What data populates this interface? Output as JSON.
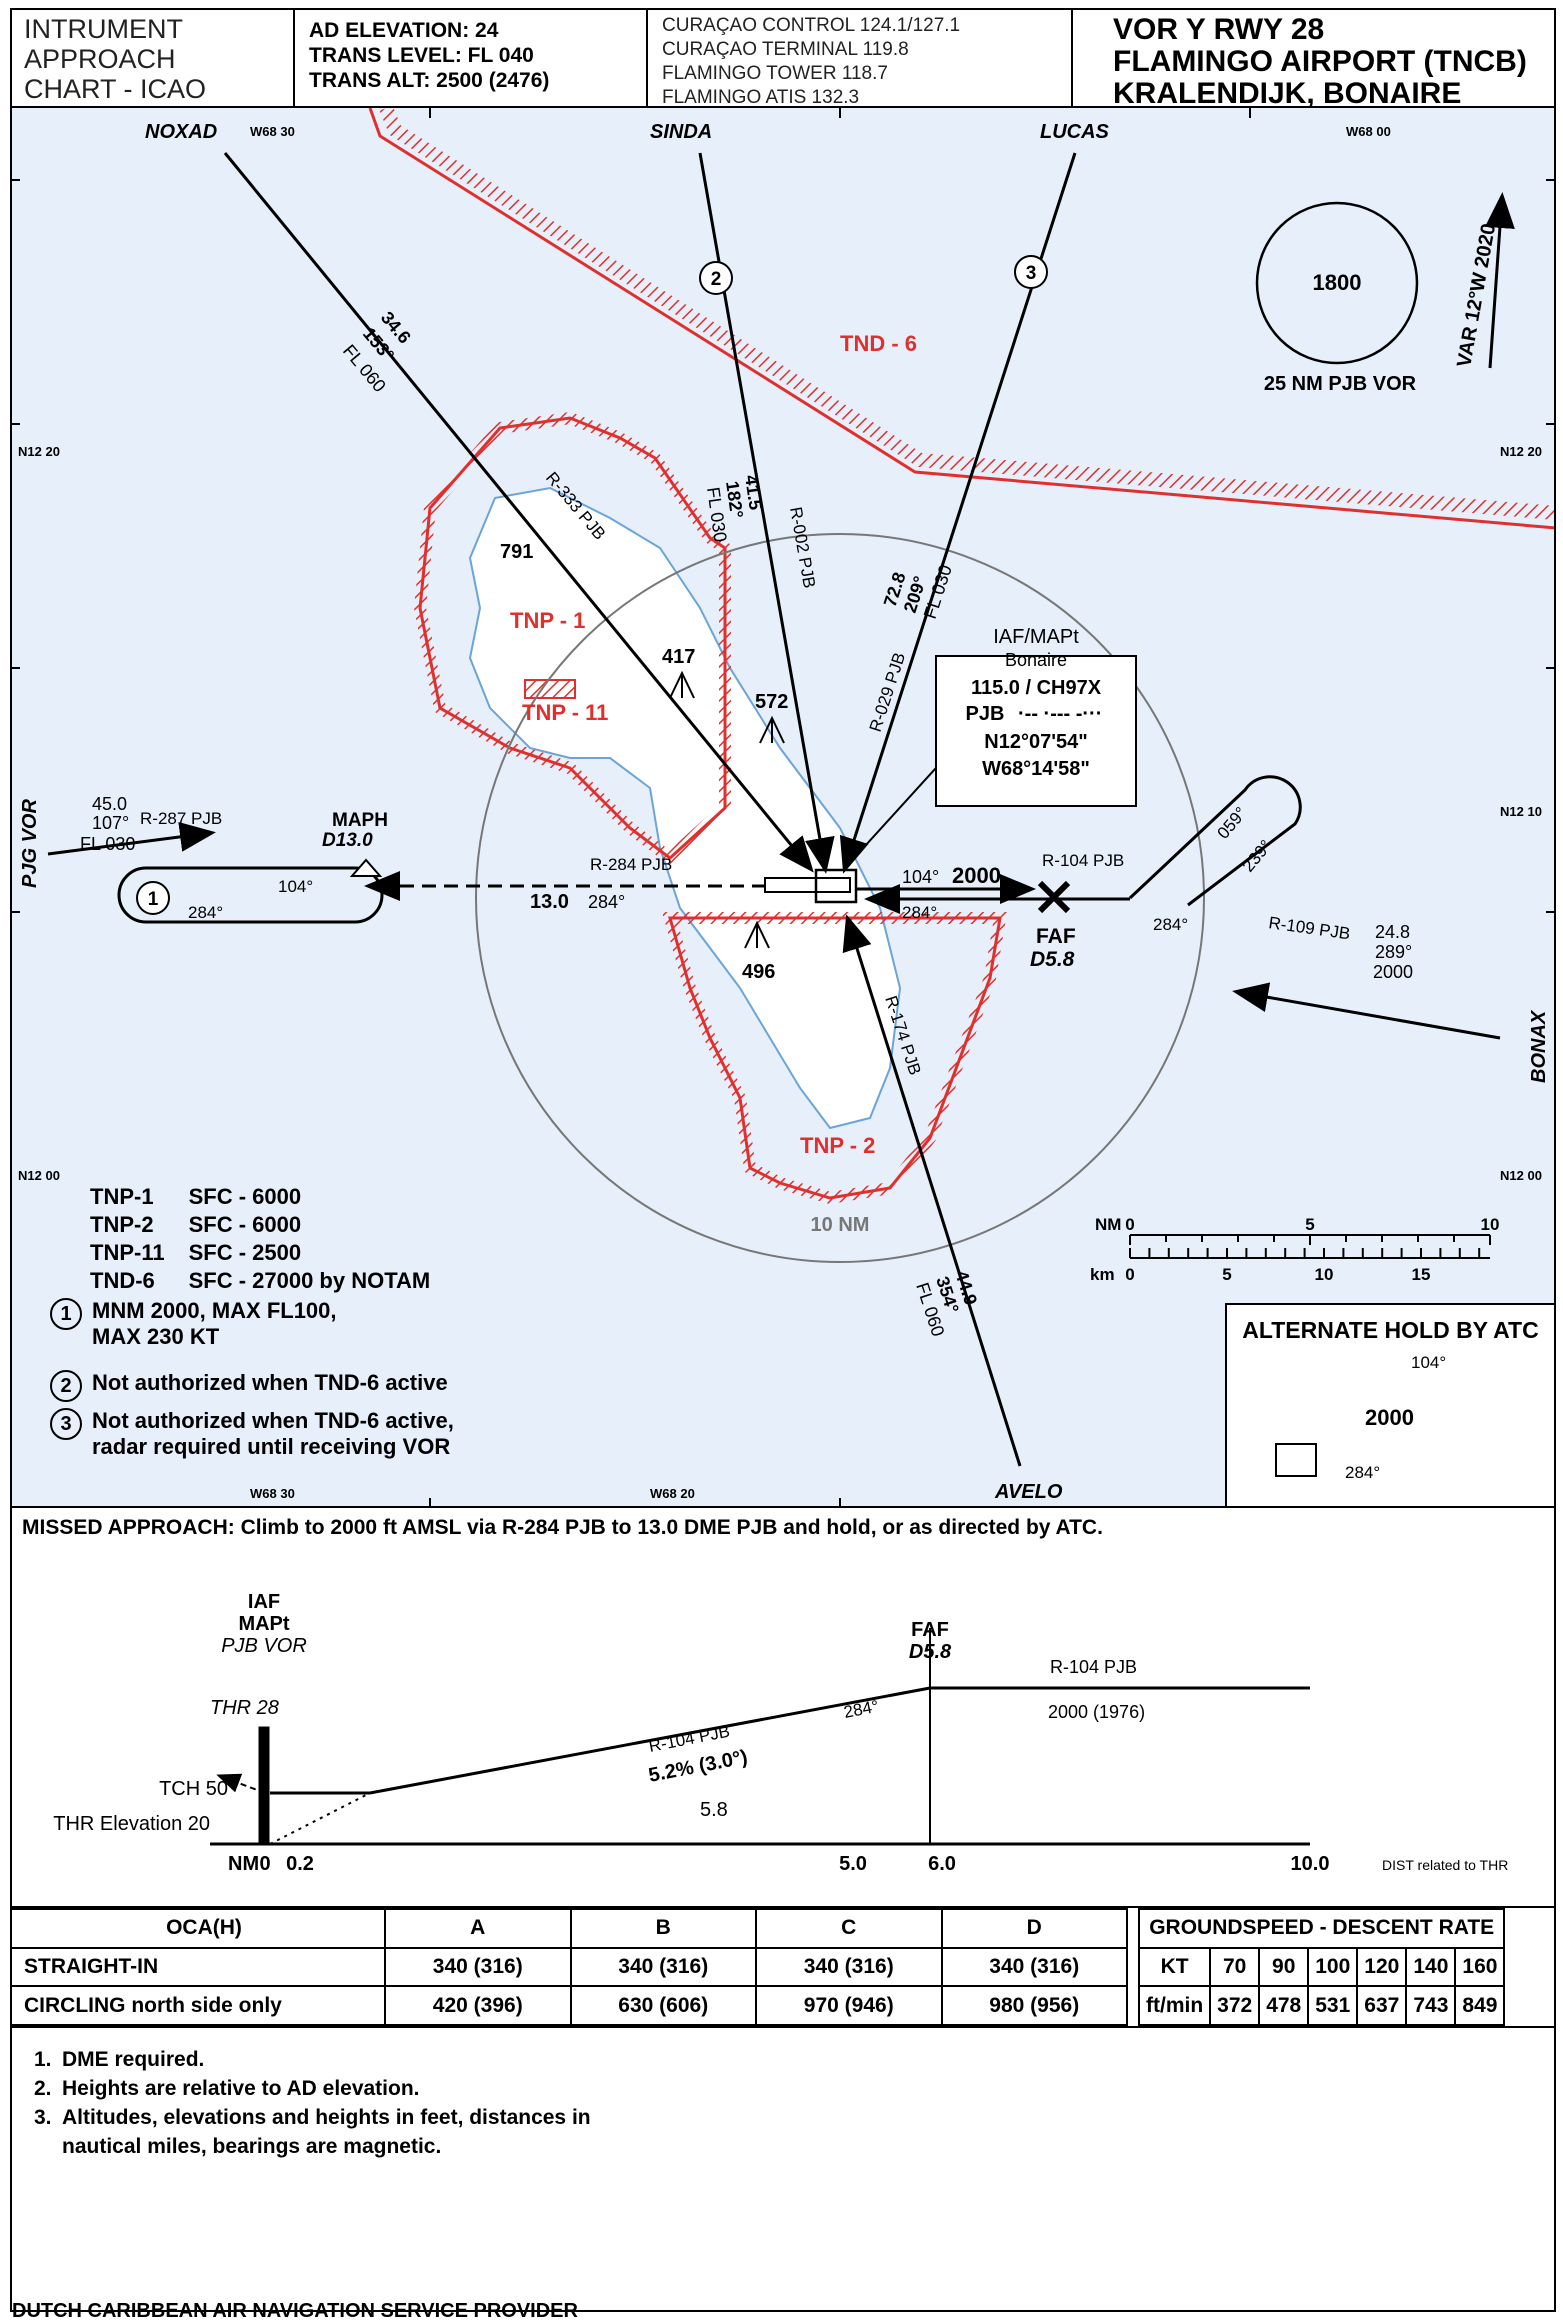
{
  "header": {
    "chart_type": [
      "INTRUMENT",
      "APPROACH",
      "CHART - ICAO"
    ],
    "ad_elevation": "AD ELEVATION: 24",
    "trans_level": "TRANS LEVEL: FL 040",
    "trans_alt": "TRANS ALT: 2500 (2476)",
    "comms": [
      "CURAÇAO CONTROL 124.1/127.1",
      "CURAÇAO TERMINAL 119.8",
      "FLAMINGO TOWER 118.7",
      "FLAMINGO ATIS 132.3"
    ],
    "title": [
      "VOR Y RWY 28",
      "FLAMINGO AIRPORT (TNCB)",
      "KRALENDIJK, BONAIRE"
    ]
  },
  "plan": {
    "fixes": {
      "noxad": "NOXAD",
      "sinda": "SINDA",
      "lucas": "LUCAS",
      "avelo": "AVELO",
      "bonax": "BONAX",
      "pjg_vor": "PJG VOR"
    },
    "grid": {
      "w68_30_top": "W68 30",
      "w68_00_top": "W68 00",
      "n12_20_left": "N12 20",
      "n12_20_right": "N12 20",
      "n12_10_right": "N12 10",
      "n12_00_left": "N12 00",
      "n12_00_right": "N12 00",
      "w68_30_bottom": "W68 30",
      "w68_20_bottom": "W68 20"
    },
    "msa": {
      "altitude": "1800",
      "label": "25 NM PJB VOR"
    },
    "variation": "VAR 12°W 2020",
    "tnd6": "TND - 6",
    "tnp1": "TNP - 1",
    "tnp11": "TNP - 11",
    "tnp2": "TNP - 2",
    "ring_label": "10 NM",
    "elevations": {
      "e791": "791",
      "e417": "417",
      "e572": "572",
      "e496": "496"
    },
    "radials": {
      "r333": "R-333 PJB",
      "r002": "R-002 PJB",
      "r029": "R-029 PJB",
      "r284": "R-284 PJB",
      "r104": "R-104 PJB",
      "r109": "R-109 PJB",
      "r174": "R-174 PJB",
      "r287": "R-287 PJB"
    },
    "noxad_leg": [
      "34.6",
      "153°",
      "FL 060"
    ],
    "sinda_leg": [
      "41.5",
      "182°",
      "FL 030"
    ],
    "lucas_leg": [
      "72.8",
      "209°",
      "FL 030"
    ],
    "avelo_leg": [
      "44.9",
      "354°",
      "FL 060"
    ],
    "pjg_leg": [
      "45.0",
      "107°",
      "FL 030"
    ],
    "bonax_leg": [
      "24.8",
      "289°",
      "2000"
    ],
    "navaid": {
      "role": "IAF/MAPt",
      "name": "Bonaire",
      "freq": "115.0 / CH97X",
      "ident": "PJB",
      "lat": "N12°07'54\"",
      "lon": "W68°14'58\""
    },
    "mapt_hold": {
      "name": "MAPH",
      "dist": "D13.0",
      "inbound": "104°",
      "outbound": "284°",
      "circle": "1"
    },
    "missed_leg": {
      "dist": "13.0",
      "course": "284°"
    },
    "inbound": {
      "course": "104°",
      "alt": "2000",
      "out_course": "284°"
    },
    "faf": {
      "name": "FAF",
      "dist": "D5.8",
      "course": "284°"
    },
    "procedure_turn": {
      "out": "059°",
      "in": "239°"
    },
    "circles": {
      "c2": "2",
      "c3": "3"
    },
    "scale": {
      "nm_label": "NM",
      "km_label": "km",
      "nm_ticks": [
        "0",
        "5",
        "10"
      ],
      "km_ticks": [
        "0",
        "5",
        "10",
        "15"
      ]
    },
    "restrictions": [
      {
        "area": "TNP-1",
        "limits": "SFC - 6000"
      },
      {
        "area": "TNP-2",
        "limits": "SFC - 6000"
      },
      {
        "area": "TNP-11",
        "limits": "SFC - 2500"
      },
      {
        "area": "TND-6",
        "limits": "SFC - 27000 by NOTAM"
      }
    ],
    "footnotes": [
      {
        "num": "1",
        "text": [
          "MNM 2000, MAX FL100,",
          "MAX 230 KT"
        ]
      },
      {
        "num": "2",
        "text": [
          "Not authorized when TND-6 active"
        ]
      },
      {
        "num": "3",
        "text": [
          "Not authorized when TND-6 active,",
          "radar required until receiving VOR"
        ]
      }
    ],
    "alt_hold": {
      "title": "ALTERNATE HOLD BY ATC",
      "inbound": "104°",
      "alt": "2000",
      "outbound": "284°"
    }
  },
  "profile": {
    "missed_approach": "MISSED APPROACH: Climb to 2000 ft AMSL via R-284 PJB to 13.0 DME PJB and hold, or as directed by ATC.",
    "iaf": "IAF",
    "mapt": "MAPt",
    "vor": "PJB VOR",
    "thr": "THR 28",
    "faf": "FAF",
    "faf_dist": "D5.8",
    "r104_upper": "R-104 PJB",
    "alt_upper": "2000 (1976)",
    "r104_lower": "R-104 PJB",
    "course": "284°",
    "gradient": "5.2% (3.0°)",
    "dist_58": "5.8",
    "tch": "TCH 50",
    "thr_elev": "THR Elevation 20",
    "nm": "NM",
    "ticks": [
      "0",
      "0.2",
      "5.0",
      "6.0",
      "10.0"
    ],
    "dist_note": "DIST related to THR"
  },
  "minima": {
    "headers": [
      "OCA(H)",
      "A",
      "B",
      "C",
      "D"
    ],
    "rows": [
      {
        "label": "STRAIGHT-IN",
        "values": [
          "340 (316)",
          "340 (316)",
          "340 (316)",
          "340 (316)"
        ]
      },
      {
        "label": "CIRCLING north side only",
        "values": [
          "420 (396)",
          "630 (606)",
          "970 (946)",
          "980 (956)"
        ]
      }
    ],
    "gs_title": "GROUNDSPEED - DESCENT RATE",
    "gs_kt_label": "KT",
    "gs_kt": [
      "70",
      "90",
      "100",
      "120",
      "140",
      "160"
    ],
    "gs_fpm_label": "ft/min",
    "gs_fpm": [
      "372",
      "478",
      "531",
      "637",
      "743",
      "849"
    ]
  },
  "remarks": [
    {
      "num": "1.",
      "lines": [
        "DME required."
      ]
    },
    {
      "num": "2.",
      "lines": [
        "Heights are relative to AD elevation."
      ]
    },
    {
      "num": "3.",
      "lines": [
        "Altitudes, elevations and heights in feet, distances in",
        "nautical miles, bearings are magnetic."
      ]
    }
  ],
  "footer": "DUTCH CARIBBEAN AIR NAVIGATION SERVICE PROVIDER"
}
